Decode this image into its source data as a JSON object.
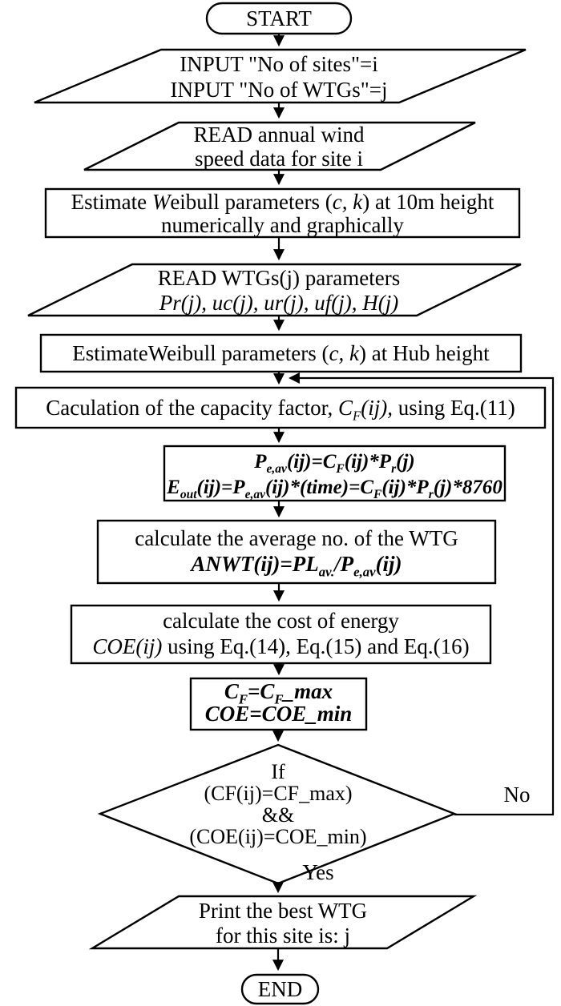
{
  "flowchart": {
    "title_hint": "WTG selection flowchart",
    "start": {
      "label": "START"
    },
    "input_sites": {
      "line1": "INPUT \"No of sites\"=i",
      "line2": "INPUT \"No of WTGs\"=j"
    },
    "read_wind_speed": {
      "line1": "READ annual wind",
      "line2": "speed data for site i"
    },
    "estimate_weibull_10m": {
      "line1": "Estimate ^W^eibull parameters (^c, k^) at 10m height",
      "line2": "numerically and graphically"
    },
    "read_wtg_params": {
      "line1": "READ WTGs(j) parameters",
      "line2": "Pr(j), uc(j), ur(j), uf(j), H(j)"
    },
    "estimate_weibull_hub": {
      "line1": "EstimateWeibull parameters (^c, k^) at Hub height"
    },
    "capacity_factor": {
      "line1": "Caculation of the capacity factor, ^C~F~(ij),^ using Eq.(11)"
    },
    "power_energy": {
      "line1": "P~e,av~(ij)=C~F~(ij)*P~r~(j)",
      "line2": "E~out~(ij)=P~e,av~(ij)*(time)=C~F~(ij)*P~r~(j)*8760"
    },
    "avg_wtg_number": {
      "line1": "calculate the average no. of the WTG",
      "line2": "ANWT(ij)=PL~av.~/P~e,av~(ij)"
    },
    "cost_of_energy": {
      "line1": "calculate the cost of energy",
      "line2": "^COE(ij)^ using Eq.(14), Eq.(15) and Eq.(16)"
    },
    "optimum_values": {
      "line1": "C~F~=C~F~_max",
      "line2": "COE=COE_min"
    },
    "decision": {
      "line1": "If",
      "line2": "(CF(ij)=CF_max)",
      "line3": "&&",
      "line4": "(COE(ij)=COE_min)"
    },
    "branch_no": {
      "label": "No"
    },
    "branch_yes": {
      "label": "Yes"
    },
    "print_best_wtg": {
      "line1": "Print the best WTG",
      "line2": "for this site is: j"
    },
    "end": {
      "label": "END"
    },
    "colors": {
      "line": "#000000",
      "background": "#ffffff"
    }
  }
}
